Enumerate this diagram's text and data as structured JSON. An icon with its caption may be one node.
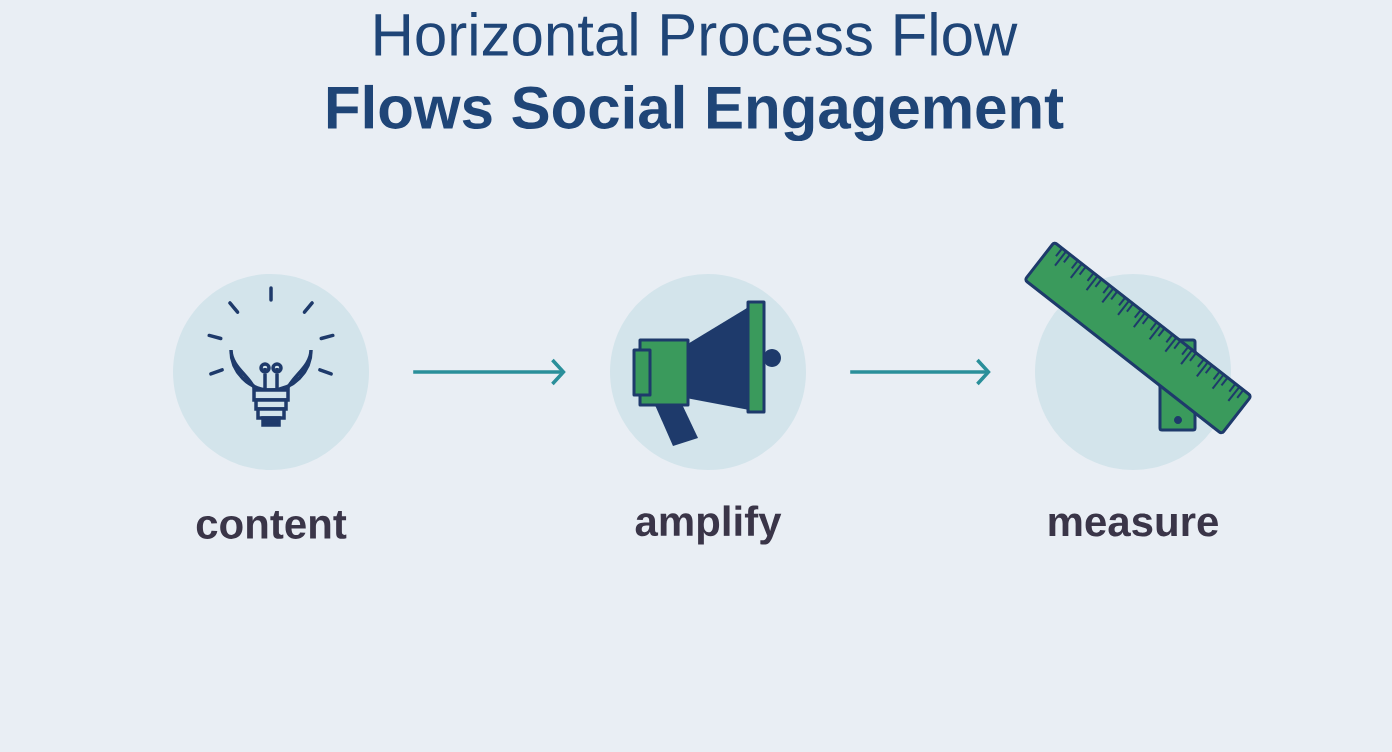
{
  "diagram": {
    "title": "Horizontal Process Flow",
    "nodes": [
      {
        "text": [
          "content"
        ]
      },
      {
        "text": [
          "amplify"
        ]
      },
      {
        "text": [
          "measure"
        ]
      }
    ],
    "edges": [
      {
        "from": 0,
        "to": 1,
        "arrow": "to"
      },
      {
        "from": 1,
        "to": 2,
        "arrow": "to"
      }
    ],
    "labels": [
      "Flows Social Engagement"
    ]
  }
}
